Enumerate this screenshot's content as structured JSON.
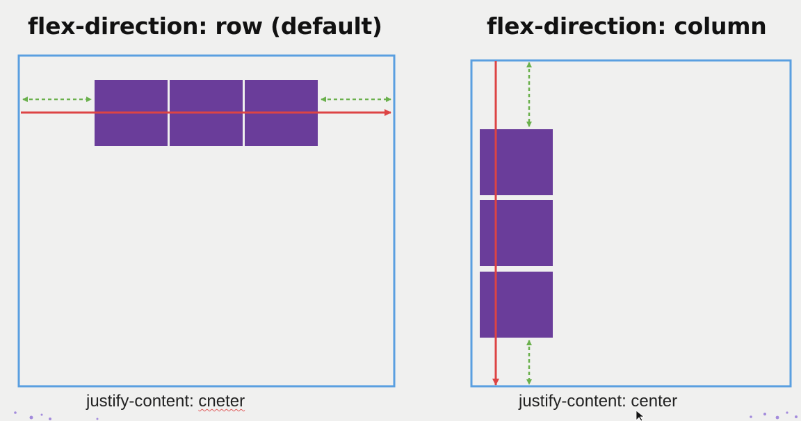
{
  "left_panel": {
    "title": "flex-direction: row (default)",
    "caption_prop": "justify-content: ",
    "caption_value": "cneter",
    "item_count": 3
  },
  "right_panel": {
    "title": "flex-direction: column",
    "caption": "justify-content: center",
    "item_count": 3
  },
  "colors": {
    "container_border": "#5a9fe0",
    "item_fill": "#6a3d9a",
    "main_axis_arrow": "#dd4444",
    "free_space_arrow": "#6ab04c",
    "typo_underline": "#e05a5a"
  },
  "icons": {
    "cursor": "mouse-pointer-icon",
    "main_axis": "arrow-right-icon",
    "free_space": "double-arrow-icon"
  }
}
